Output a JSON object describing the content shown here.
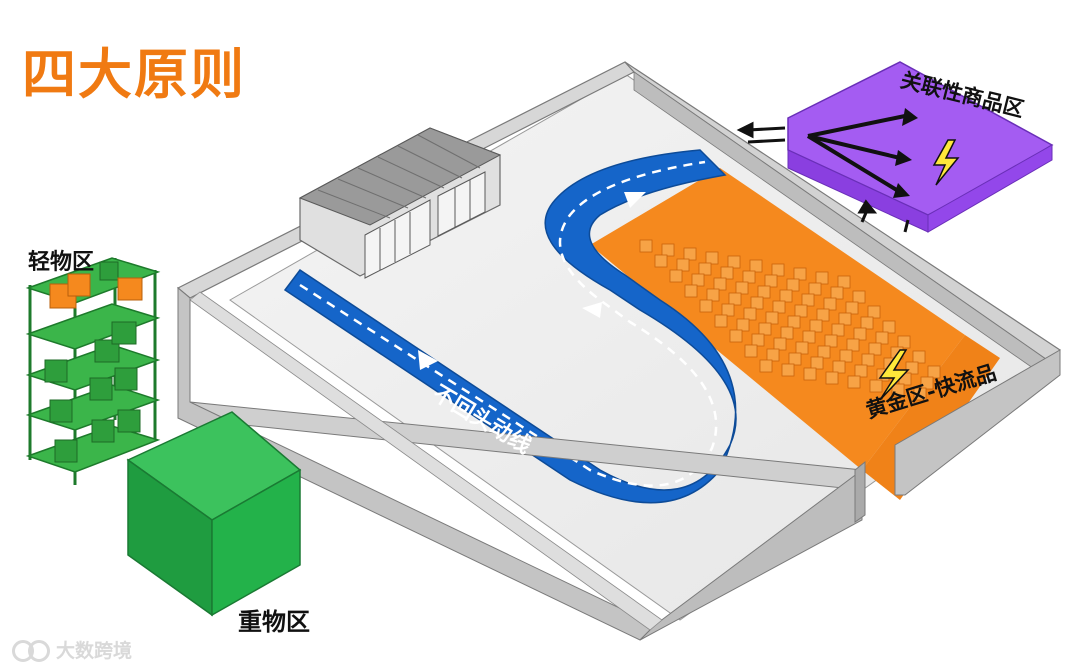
{
  "title": "四大原则",
  "zones": {
    "light": "轻物区",
    "heavy": "重物区",
    "related": "关联性商品区",
    "gold": "黄金区-快流品",
    "route": "不回头动线"
  },
  "watermark": "大数跨境",
  "colors": {
    "title": "#f07a12",
    "route": "#1565c9",
    "gold": "#f5891e",
    "related": "#a45cf2",
    "shelf": "#2e9e3c",
    "heavy_block": "#23b24a",
    "wall": "#c9c9c9",
    "floor": "#eeeeee"
  },
  "icons": [
    "lightning-icon",
    "arrow-icon",
    "box-icon",
    "warehouse-gate-icon"
  ]
}
